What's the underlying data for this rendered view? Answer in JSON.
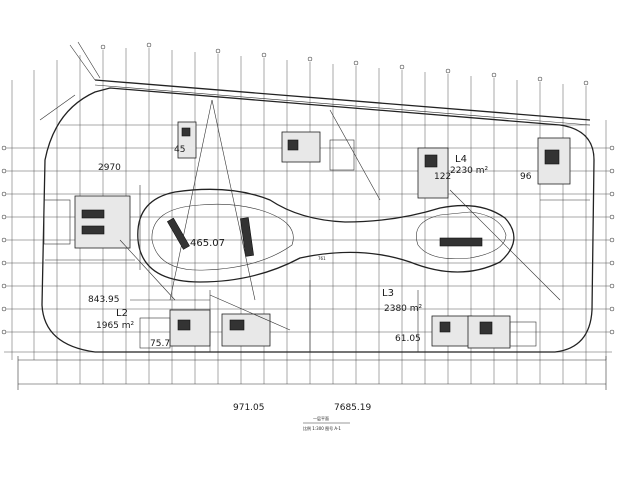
{
  "areas": {
    "a_2970": "2970",
    "a_45": "45",
    "a_2230": "2230 m²",
    "a_96": "96",
    "a_465": "465.07",
    "a_843": "843.95",
    "a_1965": "1965 m²",
    "a_2380": "2380 m²",
    "a_75": "75.7",
    "a_61": "61.05",
    "a_761": "761"
  },
  "zones": {
    "z_l4": "L4",
    "z_l3": "L3",
    "z_l2": "L2",
    "z_122": "122"
  },
  "dimensions": {
    "d_971": "971.05",
    "d_7685": "7685.19"
  },
  "caption": {
    "line1": "一层平面",
    "line2": "比例 1:300    图号 A-1"
  }
}
